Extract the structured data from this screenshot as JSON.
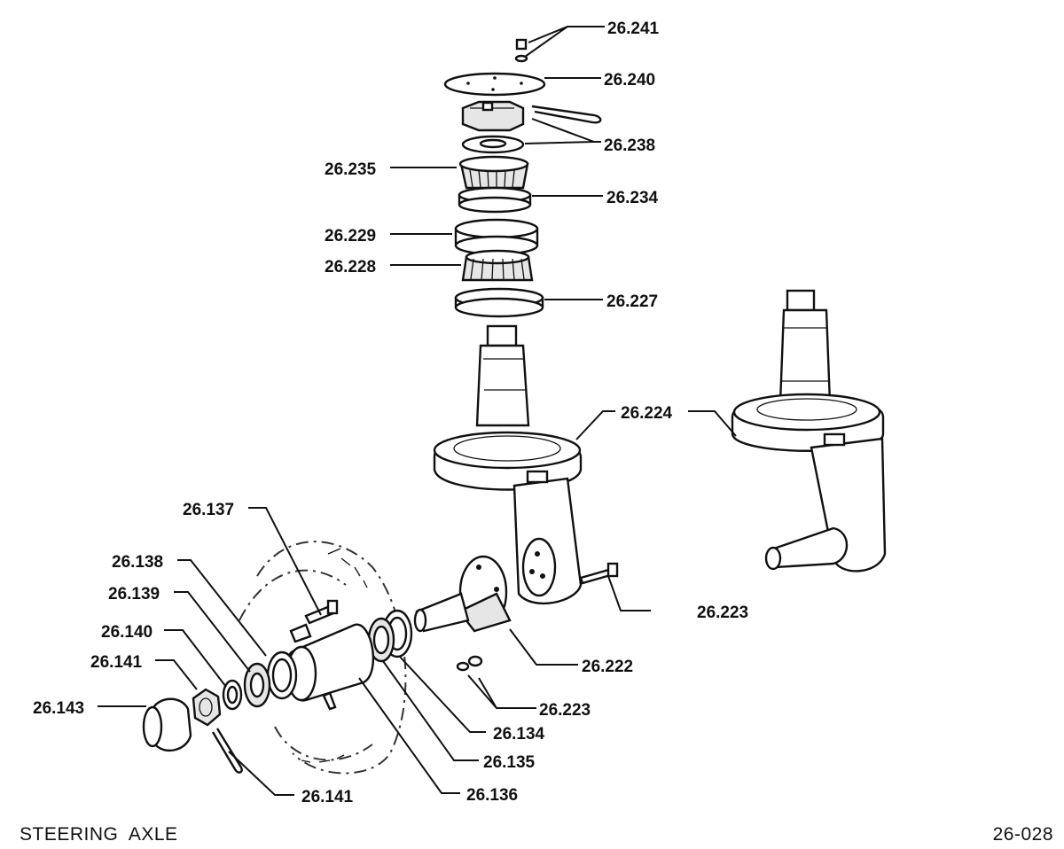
{
  "title": "STEERING  AXLE",
  "figure_id": "26-028",
  "callouts": [
    {
      "id": "c241",
      "text": "26.241"
    },
    {
      "id": "c240",
      "text": "26.240"
    },
    {
      "id": "c238",
      "text": "26.238"
    },
    {
      "id": "c235",
      "text": "26.235"
    },
    {
      "id": "c234",
      "text": "26.234"
    },
    {
      "id": "c229",
      "text": "26.229"
    },
    {
      "id": "c228",
      "text": "26.228"
    },
    {
      "id": "c227",
      "text": "26.227"
    },
    {
      "id": "c224",
      "text": "26.224"
    },
    {
      "id": "c137",
      "text": "26.137"
    },
    {
      "id": "c138",
      "text": "26.138"
    },
    {
      "id": "c139",
      "text": "26.139"
    },
    {
      "id": "c140",
      "text": "26.140"
    },
    {
      "id": "c141a",
      "text": "26.141"
    },
    {
      "id": "c143",
      "text": "26.143"
    },
    {
      "id": "c223a",
      "text": "26.223"
    },
    {
      "id": "c222",
      "text": "26.222"
    },
    {
      "id": "c223b",
      "text": "26.223"
    },
    {
      "id": "c134",
      "text": "26.134"
    },
    {
      "id": "c135",
      "text": "26.135"
    },
    {
      "id": "c136",
      "text": "26.136"
    },
    {
      "id": "c141b",
      "text": "26.141"
    }
  ]
}
